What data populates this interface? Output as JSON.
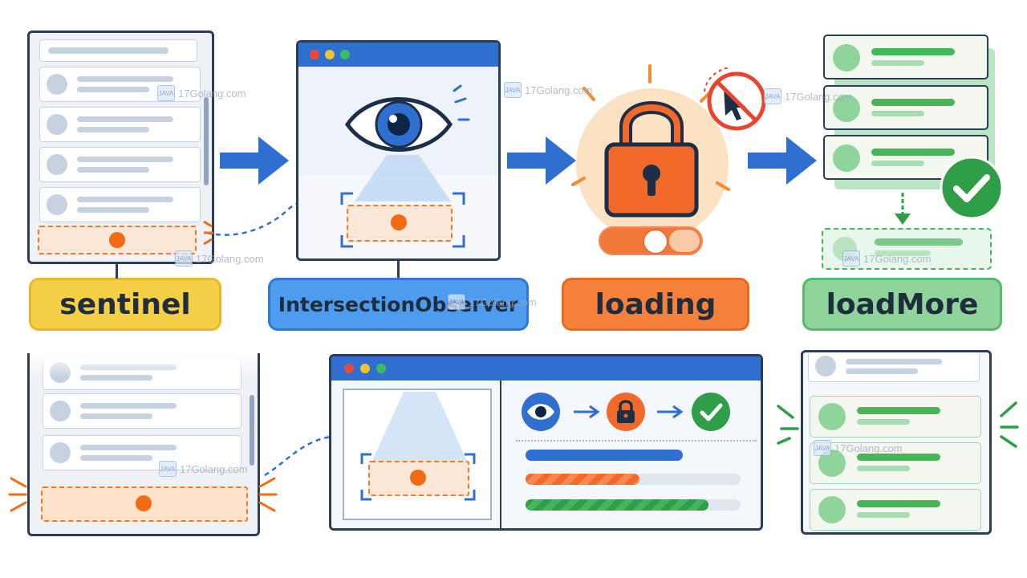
{
  "steps": {
    "sentinel": {
      "label": "sentinel",
      "color": "#f5cf45"
    },
    "observer": {
      "label": "IntersectionObserver",
      "color": "#4d9cf0"
    },
    "loading": {
      "label": "loading",
      "color": "#f5813a"
    },
    "loadmore": {
      "label": "loadMore",
      "color": "#8fd49a"
    }
  },
  "watermark": {
    "text": "17Golang.com",
    "icon": "site-logo-icon"
  },
  "colors": {
    "blue": "#2f6fd0",
    "orange": "#f26a12",
    "green": "#2e9e48",
    "navy": "#2c3e55"
  }
}
